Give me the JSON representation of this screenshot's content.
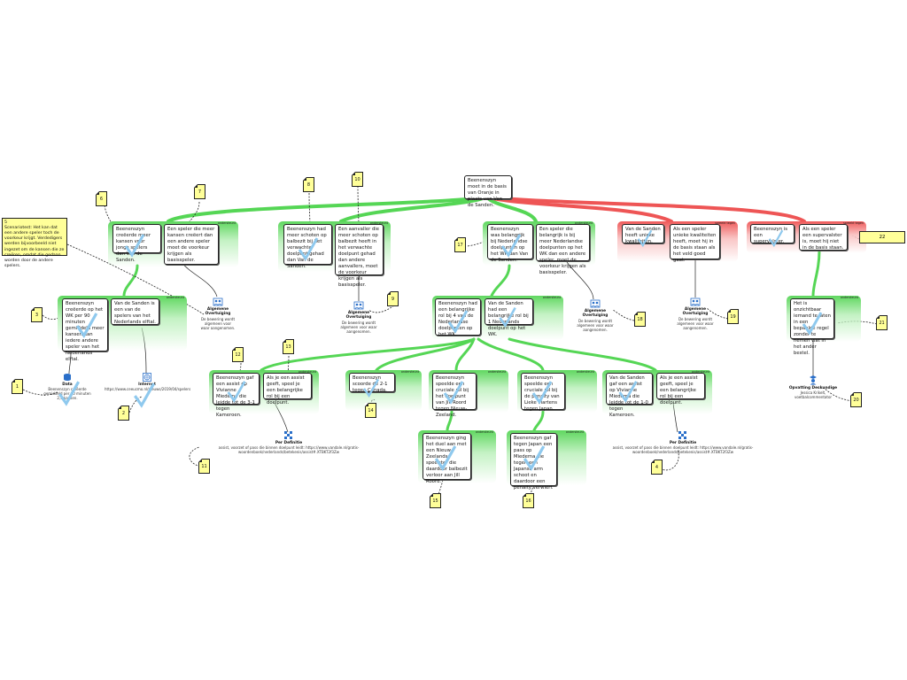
{
  "root": {
    "text": "Beenenszyn moet in de basis van Oranje in plaats van Van de Sanden."
  },
  "nodes": [
    {
      "id": "a1",
      "text": "Beenenszyn creëerde meer kansen voor jonge spelers dan Van de Sanden."
    },
    {
      "id": "a2",
      "text": "Een speler die meer kansen creëert dan een andere speler moet de voorkeur krijgen als basisspeler."
    },
    {
      "id": "a3",
      "text": "Beenenszyn had meer schoten op balbezit bij het verwachte doelpunt gehad dan Van de Sanden."
    },
    {
      "id": "a4",
      "text": "Een aanvaller die meer schoten op balbezit heeft in het verwachte doelpunt gehad dan andere aanvallers, moet de voorkeur krijgen als basisspeler."
    },
    {
      "id": "a5",
      "text": "Beenenszyn was belangrijk bij Nederlandse doelpunten op het WK dan Van de Sanden."
    },
    {
      "id": "a6",
      "text": "Een speler die belangrijk is bij meer Nederlandse doelpunten op het WK dan een andere speler, moet de voorkeur krijgen als basisspeler."
    },
    {
      "id": "c1",
      "text": "Van de Sanden heeft unieke kwaliteiten."
    },
    {
      "id": "c2",
      "text": "Als een speler unieke kwaliteiten heeft, moet hij in de basis staan als het veld goed gaat."
    },
    {
      "id": "c3",
      "text": "Beenenszyn is een supervalster."
    },
    {
      "id": "c4",
      "text": "Als een speler een supervalster is, moet hij niet in de basis staan."
    },
    {
      "id": "b1",
      "text": "Beenenszyn creëerde op het WK per 90 minuten gemiddeld meer kansen dan iedere andere speler van het Nederlands elftal."
    },
    {
      "id": "b2",
      "text": "Van de Sanden is een van de spelers van het Nederlands elftal."
    },
    {
      "id": "b3",
      "text": "Beenenszyn had een belangrijke rol bij 4 van de Nederlandse doelpunten op het WK."
    },
    {
      "id": "b4",
      "text": "Van de Sanden had een belangrijke rol bij 1 Nederlands doelpunt op het WK."
    },
    {
      "id": "b5",
      "text": "Het is onzichtbaar iemand te laten in een bepaalde regel zonder te nemen wat in het ander bestel."
    },
    {
      "id": "d1",
      "text": "Beenenszyn gaf een assist op Vivianne Miedema die leidde tot de 3-1 tegen Kameroen."
    },
    {
      "id": "d2",
      "text": "Als je een assist geeft, speel je een belangrijke rol bij een doelpunt."
    },
    {
      "id": "d3",
      "text": "Beenenszyn scoorde de 2-1 tegen Canada."
    },
    {
      "id": "d4",
      "text": "Beenenszyn speelde een cruciale rol bij het doelpunt van Jill Roord tegen Nieuw-Zeeland."
    },
    {
      "id": "d5",
      "text": "Beenenszyn speelde een cruciale rol bij de penalty van Lieke Martens tegen Japan."
    },
    {
      "id": "d6",
      "text": "Van de Sanden gaf een assist op Vivianne Miedema die leidde tot de 1-0 tegen Kameroen."
    },
    {
      "id": "d7",
      "text": "Als je een assist geeft, speel je een belangrijke rol bij een doelpunt."
    },
    {
      "id": "e1",
      "text": "Beenenszyn ging het duel aan met een Nieuw-Zeelandse speelster die daardoor balbezit verloor aan Jill Roord."
    },
    {
      "id": "e2",
      "text": "Beenenszyn gaf tegen Japan een pass op Miedema die tegen een Japanse arm schoot en daardoor een penalty verwierf."
    }
  ],
  "group_labels": {
    "pro": "ondersteunt",
    "con": "spreekt tegen"
  },
  "sources": [
    {
      "id": "s_alg1",
      "title": "Algemene Overtuiging",
      "text": "De bewering wordt algemeen voor waar aangenomen."
    },
    {
      "id": "s_alg2",
      "title": "Algemene Overtuiging",
      "text": "De bewering wordt algemeen voor waar aangenomen."
    },
    {
      "id": "s_alg3",
      "title": "Algemene Overtuiging",
      "text": "De bewering wordt algemeen voor waar aangenomen."
    },
    {
      "id": "s_alg4",
      "title": "Algemene Overtuiging",
      "text": "De bewering wordt algemeen voor waar aangenomen."
    },
    {
      "id": "s_data",
      "title": "Data",
      "text": "Beenenszyn creëerde gemiddeld per 90 minuten 2,5 kansen."
    },
    {
      "id": "s_int",
      "title": "Internet",
      "text": "https://www.ceeucmo.nl/nieuws/2019/04/spelers"
    },
    {
      "id": "s_def1",
      "title": "Per Definitie",
      "text": "assist, voorzet of pass die binnen doelpunt leidt: https://www.vandale.nl/gratis-woordenboek/nederlands/betekenis/assist#.XTBKT2f3Zw"
    },
    {
      "id": "s_def2",
      "title": "Per Definitie",
      "text": "assist, voorzet of pass die binnen doelpunt leidt: https://www.vandale.nl/gratis-woordenboek/nederlands/betekenis/assist#.XTBKT2f3Zw"
    },
    {
      "id": "s_op",
      "title": "Opvatting Deskundige",
      "text": "Jessica Krikelt, voetbalcommentator"
    }
  ],
  "big_note": "5\nScenariotest: Het kan dat een andere speler toch de voorkeur krijgt. Verdedigers werden bijvoorbeeld niet ingezet om de kansen die ze creëren, omdat die gedaan worden door de andere spelers.",
  "notes": [
    "1",
    "2",
    "3",
    "4",
    "6",
    "7",
    "8",
    "9",
    "10",
    "11",
    "12",
    "13",
    "14",
    "15",
    "16",
    "17",
    "18",
    "19",
    "20",
    "21",
    "22"
  ],
  "colors": {
    "pro": "#5fd75f",
    "con": "#ef5a5a",
    "pro_link": "#55d655",
    "con_link": "#ee5555",
    "tick": "#8fc9ee",
    "note": "#ffff99"
  }
}
